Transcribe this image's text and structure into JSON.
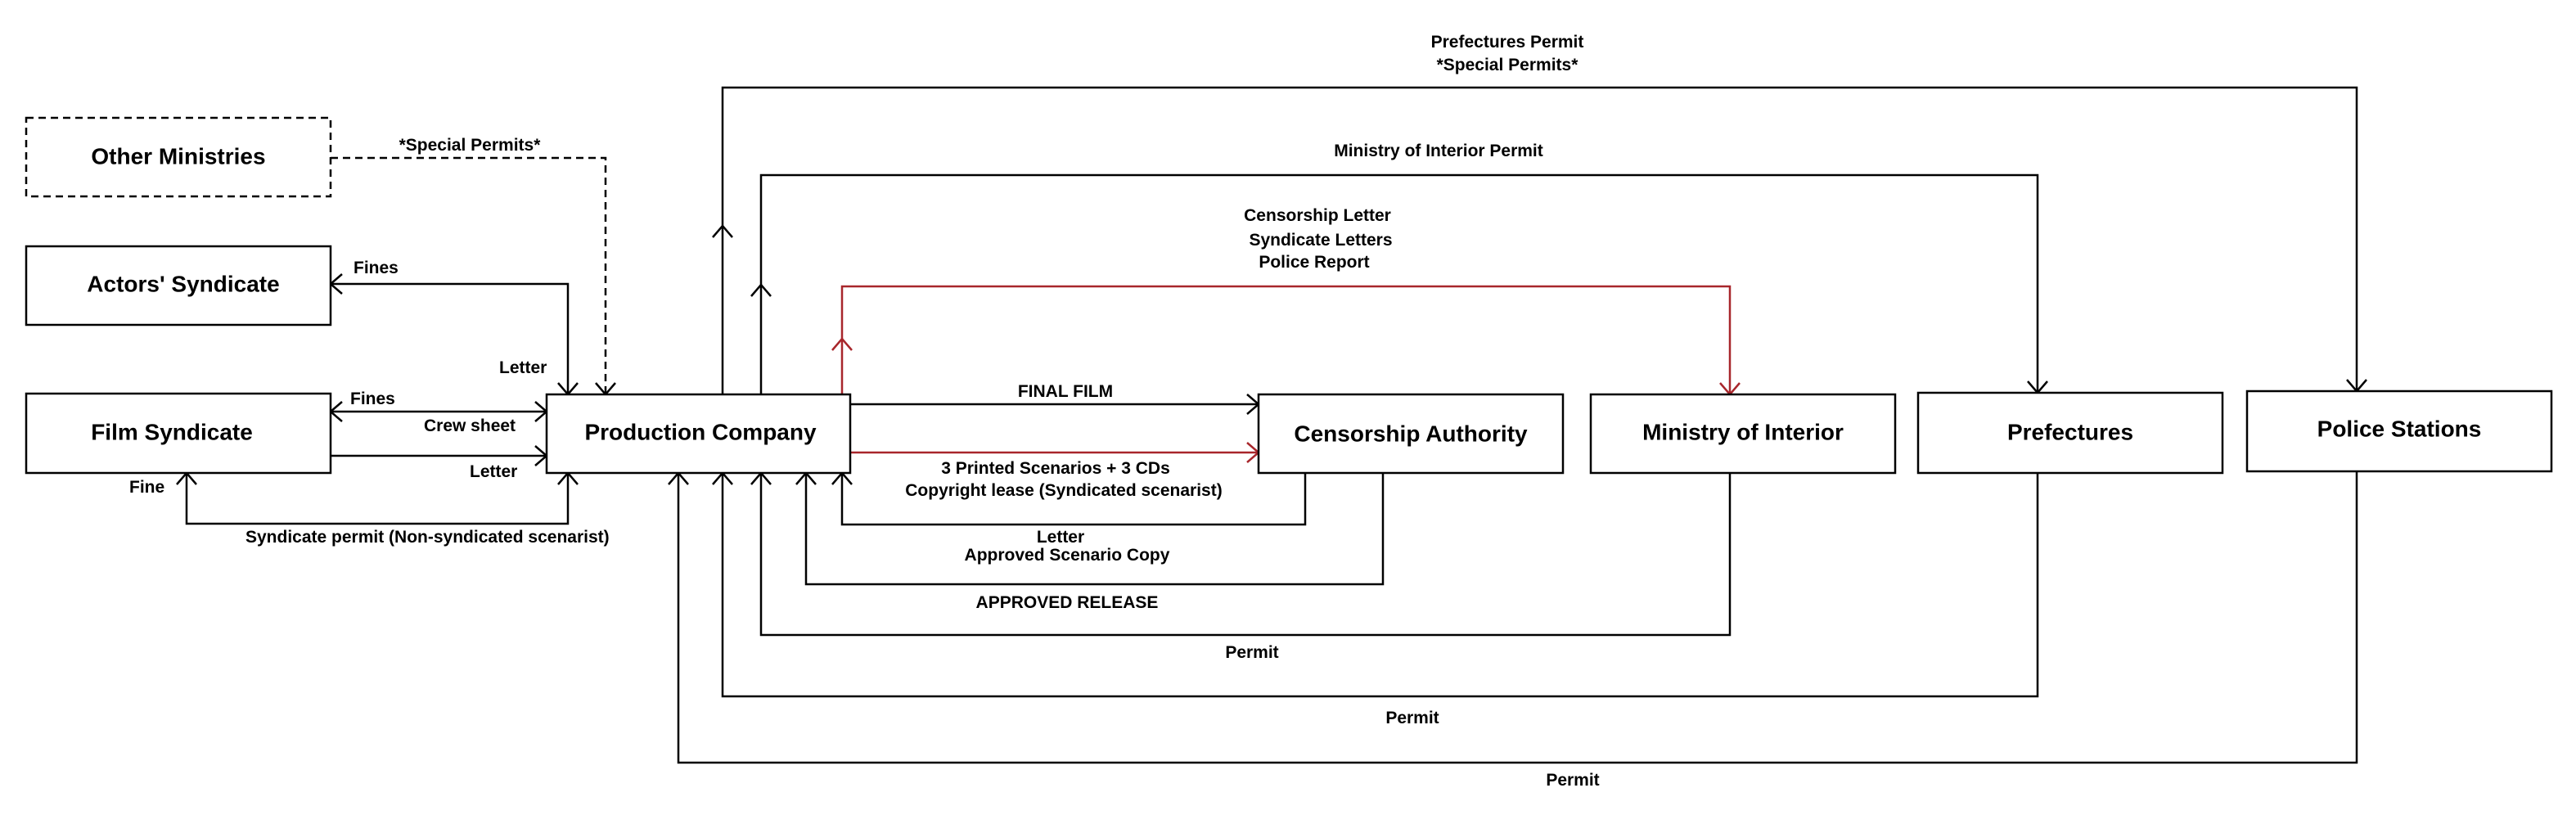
{
  "colors": {
    "line": "#000000",
    "highlight": "#a8262b"
  },
  "nodes": {
    "other_ministries": "Other Ministries",
    "actors_syndicate": "Actors' Syndicate",
    "film_syndicate": "Film Syndicate",
    "production_company": "Production Company",
    "censorship_authority": "Censorship Authority",
    "ministry_of_interior": "Ministry of Interior",
    "prefectures": "Prefectures",
    "police_stations": "Police Stations"
  },
  "edge_labels": {
    "prefectures_permit": "Prefectures Permit",
    "prefectures_special": "*Special Permits*",
    "ministry_interior_permit": "Ministry of Interior Permit",
    "censorship_letter": "Censorship Letter",
    "syndicate_letters": "Syndicate Letters",
    "police_report": "Police Report",
    "other_special": "*Special Permits*",
    "actors_fines": "Fines",
    "actors_letter": "Letter",
    "film_fines": "Fines",
    "crew_sheet": "Crew sheet",
    "film_letter": "Letter",
    "fine": "Fine",
    "syndicate_permit": "Syndicate permit (Non-syndicated scenarist)",
    "final_film": "FINAL FILM",
    "printed_scenarios": "3 Printed Scenarios + 3 CDs",
    "copyright_lease": "Copyright lease (Syndicated scenarist)",
    "censor_letter": "Letter",
    "approved_scenario": "Approved Scenario Copy",
    "approved_release": "APPROVED RELEASE",
    "permit_interior": "Permit",
    "permit_prefectures": "Permit",
    "permit_police": "Permit"
  }
}
